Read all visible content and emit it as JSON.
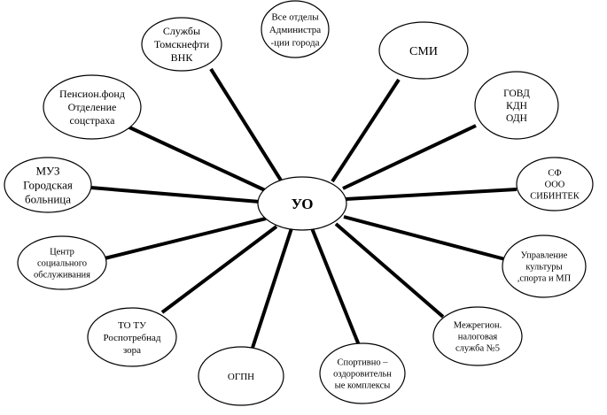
{
  "center": {
    "lines": [
      "УО"
    ]
  },
  "nodes": [
    {
      "id": "all-depts",
      "lines": [
        "Все отделы",
        "Администра",
        "-ции города"
      ]
    },
    {
      "id": "smi",
      "lines": [
        "СМИ"
      ]
    },
    {
      "id": "govd",
      "lines": [
        "ГОВД",
        "КДН",
        "ОДН"
      ]
    },
    {
      "id": "sf",
      "lines": [
        "СФ",
        "ООО",
        "СИБИНТЕК"
      ]
    },
    {
      "id": "culture",
      "lines": [
        "Управление",
        "культуры",
        ",спорта и МП"
      ]
    },
    {
      "id": "tax",
      "lines": [
        "Межрегион.",
        "налоговая",
        "служба №5"
      ]
    },
    {
      "id": "sport",
      "lines": [
        "Спортивно –",
        "оздоровительн",
        "ые комплексы"
      ]
    },
    {
      "id": "ogpn",
      "lines": [
        "ОГПН"
      ]
    },
    {
      "id": "rospotreb",
      "lines": [
        "ТО ТУ",
        "Роспотребнад",
        "зора"
      ]
    },
    {
      "id": "social",
      "lines": [
        "Центр",
        "социального",
        "обслуживания"
      ]
    },
    {
      "id": "hospital",
      "lines": [
        "МУЗ",
        "Городская",
        "больница"
      ]
    },
    {
      "id": "pension",
      "lines": [
        "Пенсион.фонд",
        "Отделение",
        "соцстраха"
      ]
    },
    {
      "id": "tomskneft",
      "lines": [
        "Службы",
        "Томскнефти",
        "ВНК"
      ]
    }
  ]
}
